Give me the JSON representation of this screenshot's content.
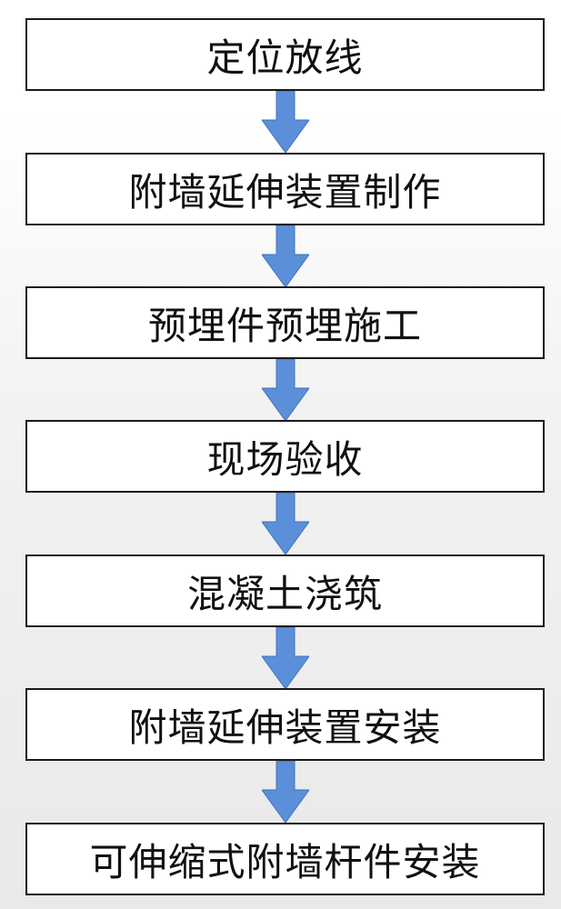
{
  "flowchart": {
    "arrow_color": "#5b8fd9",
    "arrow_stroke": "#3f73bf",
    "box_border": "#1a1a1a",
    "steps": [
      "定位放线",
      "附墙延伸装置制作",
      "预埋件预埋施工",
      "现场验收",
      "混凝土浇筑",
      "附墙延伸装置安装",
      "可伸缩式附墙杆件安装"
    ]
  }
}
